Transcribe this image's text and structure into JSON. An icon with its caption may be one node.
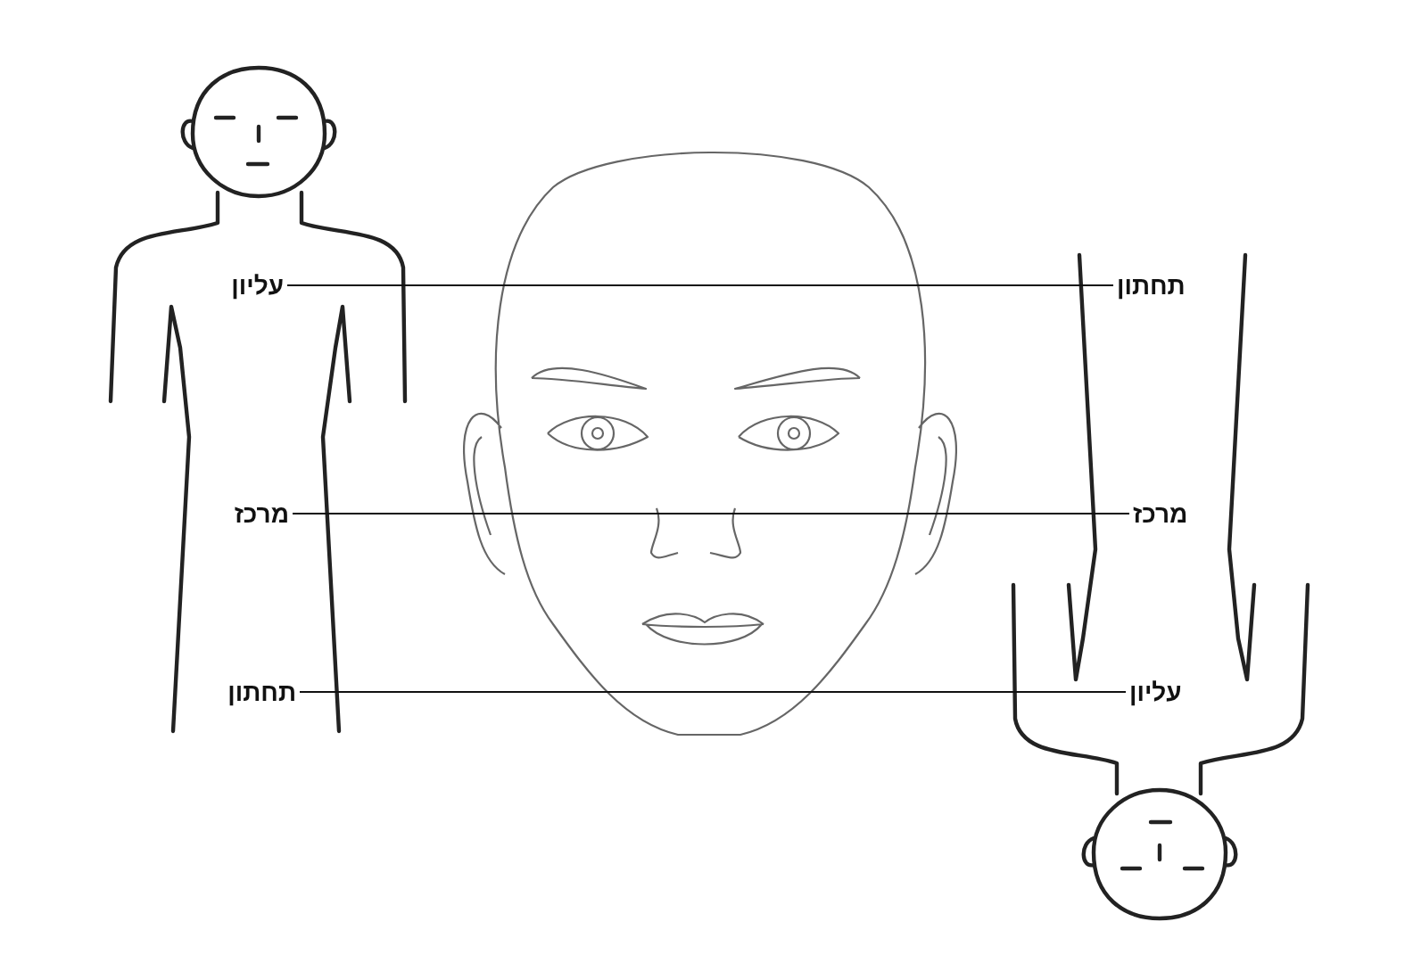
{
  "diagram": {
    "nodes": [
      {
        "text": [
          "עליון"
        ]
      },
      {
        "text": [
          "תחתון"
        ]
      },
      {
        "text": [
          "מרכז"
        ]
      },
      {
        "text": [
          "מרכז"
        ]
      },
      {
        "text": [
          "תחתון"
        ]
      },
      {
        "text": [
          "עליון"
        ]
      }
    ],
    "edges": [
      {
        "from": 0,
        "to": 1,
        "arrow": "none"
      },
      {
        "from": 2,
        "to": 3,
        "arrow": "none"
      },
      {
        "from": 4,
        "to": 5,
        "arrow": "none"
      }
    ]
  }
}
